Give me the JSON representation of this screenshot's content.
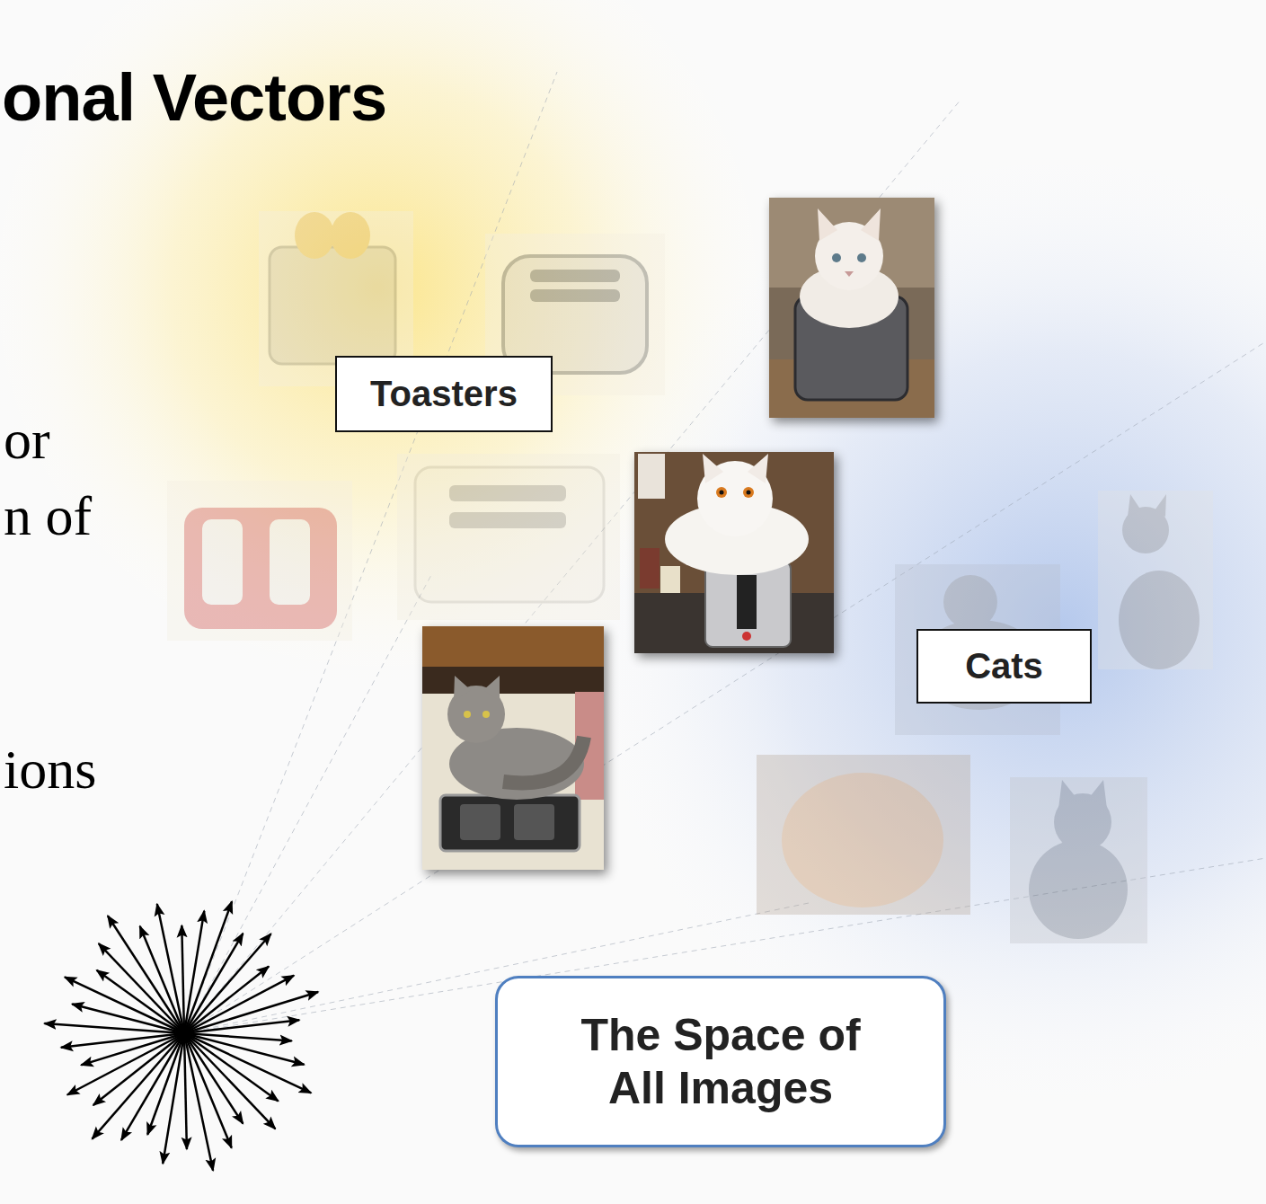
{
  "diagram": {
    "title": "onal Vectors",
    "nodes": [
      {
        "text": [
          "Toasters"
        ]
      },
      {
        "text": [
          "Cats"
        ]
      },
      {
        "text": [
          "The Space of All Images"
        ]
      }
    ],
    "labels": [
      "or",
      "n of",
      "ions"
    ]
  }
}
